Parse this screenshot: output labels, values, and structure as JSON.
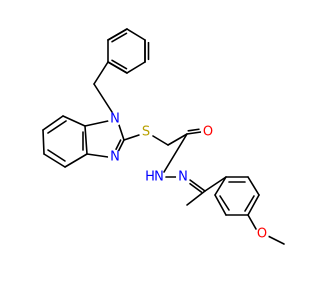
{
  "colors": {
    "background": "#ffffff",
    "bond": "#000000",
    "N": "#0000ff",
    "O": "#ff0000",
    "S": "#b8a000"
  },
  "atoms": {
    "N1": "N",
    "N3": "N",
    "S": "S",
    "O_carbonyl": "O",
    "NH": "N",
    "H": "H",
    "N_imine": "N",
    "O_methoxy": "O"
  }
}
